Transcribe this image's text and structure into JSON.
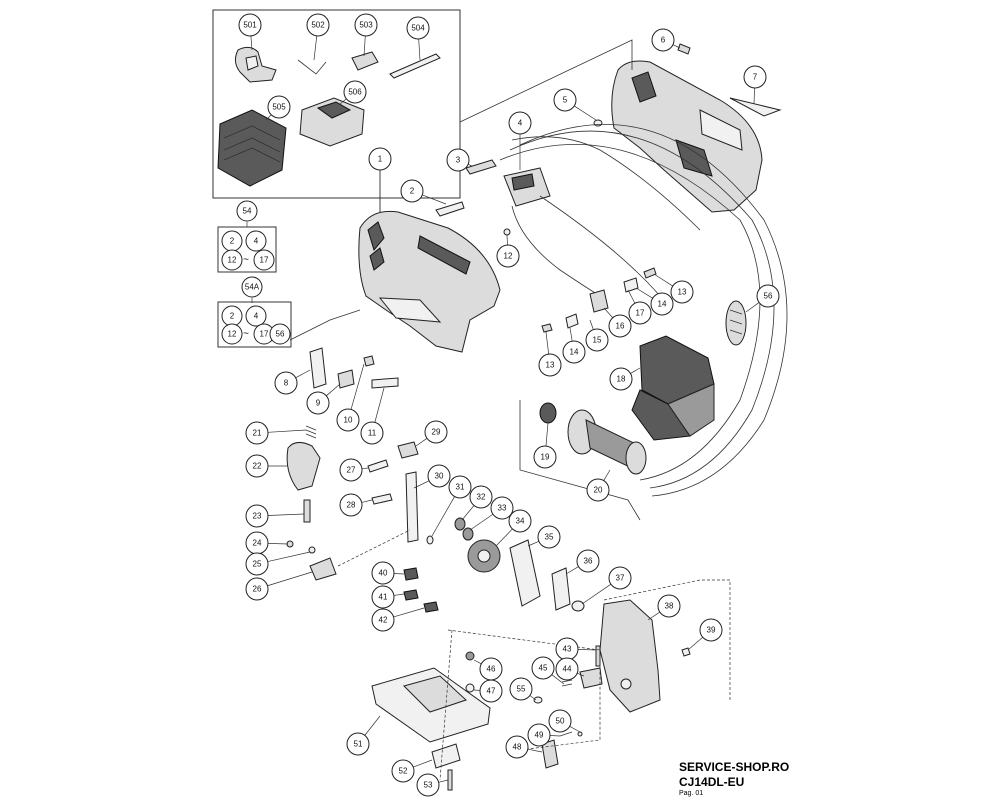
{
  "footer": {
    "site": "SERVICE-SHOP.RO",
    "model": "CJ14DL-EU",
    "page": "Pag. 01"
  },
  "kit_groups": [
    {
      "id": "54",
      "label": "54",
      "rows": [
        [
          "2",
          "4"
        ],
        [
          "12",
          "~",
          "17"
        ]
      ]
    },
    {
      "id": "54A",
      "label": "54A",
      "rows": [
        [
          "2",
          "4"
        ],
        [
          "12",
          "~",
          "17",
          "56"
        ]
      ]
    }
  ],
  "parts": [
    {
      "id": "501"
    },
    {
      "id": "502"
    },
    {
      "id": "503"
    },
    {
      "id": "504"
    },
    {
      "id": "505"
    },
    {
      "id": "506"
    },
    {
      "id": "1"
    },
    {
      "id": "2"
    },
    {
      "id": "3"
    },
    {
      "id": "4"
    },
    {
      "id": "5"
    },
    {
      "id": "6"
    },
    {
      "id": "7"
    },
    {
      "id": "8"
    },
    {
      "id": "9"
    },
    {
      "id": "10"
    },
    {
      "id": "11"
    },
    {
      "id": "12"
    },
    {
      "id": "13a"
    },
    {
      "id": "13b"
    },
    {
      "id": "14a"
    },
    {
      "id": "14b"
    },
    {
      "id": "15"
    },
    {
      "id": "16"
    },
    {
      "id": "17"
    },
    {
      "id": "18"
    },
    {
      "id": "19"
    },
    {
      "id": "20"
    },
    {
      "id": "21"
    },
    {
      "id": "22"
    },
    {
      "id": "23"
    },
    {
      "id": "24"
    },
    {
      "id": "25"
    },
    {
      "id": "26"
    },
    {
      "id": "27"
    },
    {
      "id": "28"
    },
    {
      "id": "29"
    },
    {
      "id": "30"
    },
    {
      "id": "31"
    },
    {
      "id": "32"
    },
    {
      "id": "33"
    },
    {
      "id": "34"
    },
    {
      "id": "35"
    },
    {
      "id": "36"
    },
    {
      "id": "37"
    },
    {
      "id": "38"
    },
    {
      "id": "39"
    },
    {
      "id": "40"
    },
    {
      "id": "41"
    },
    {
      "id": "42"
    },
    {
      "id": "43"
    },
    {
      "id": "44"
    },
    {
      "id": "45"
    },
    {
      "id": "46"
    },
    {
      "id": "47"
    },
    {
      "id": "48"
    },
    {
      "id": "49"
    },
    {
      "id": "50"
    },
    {
      "id": "51"
    },
    {
      "id": "52"
    },
    {
      "id": "53"
    },
    {
      "id": "55"
    },
    {
      "id": "56"
    }
  ],
  "labels": {
    "501": "501",
    "502": "502",
    "503": "503",
    "504": "504",
    "505": "505",
    "506": "506",
    "1": "1",
    "2": "2",
    "3": "3",
    "4": "4",
    "5": "5",
    "6": "6",
    "7": "7",
    "8": "8",
    "9": "9",
    "10": "10",
    "11": "11",
    "12": "12",
    "13a": "13",
    "13b": "13",
    "14a": "14",
    "14b": "14",
    "15": "15",
    "16": "16",
    "17": "17",
    "18": "18",
    "19": "19",
    "20": "20",
    "21": "21",
    "22": "22",
    "23": "23",
    "24": "24",
    "25": "25",
    "26": "26",
    "27": "27",
    "28": "28",
    "29": "29",
    "30": "30",
    "31": "31",
    "32": "32",
    "33": "33",
    "34": "34",
    "35": "35",
    "36": "36",
    "37": "37",
    "38": "38",
    "39": "39",
    "40": "40",
    "41": "41",
    "42": "42",
    "43": "43",
    "44": "44",
    "45": "45",
    "46": "46",
    "47": "47",
    "48": "48",
    "49": "49",
    "50": "50",
    "51": "51",
    "52": "52",
    "53": "53",
    "55": "55",
    "56": "56"
  }
}
